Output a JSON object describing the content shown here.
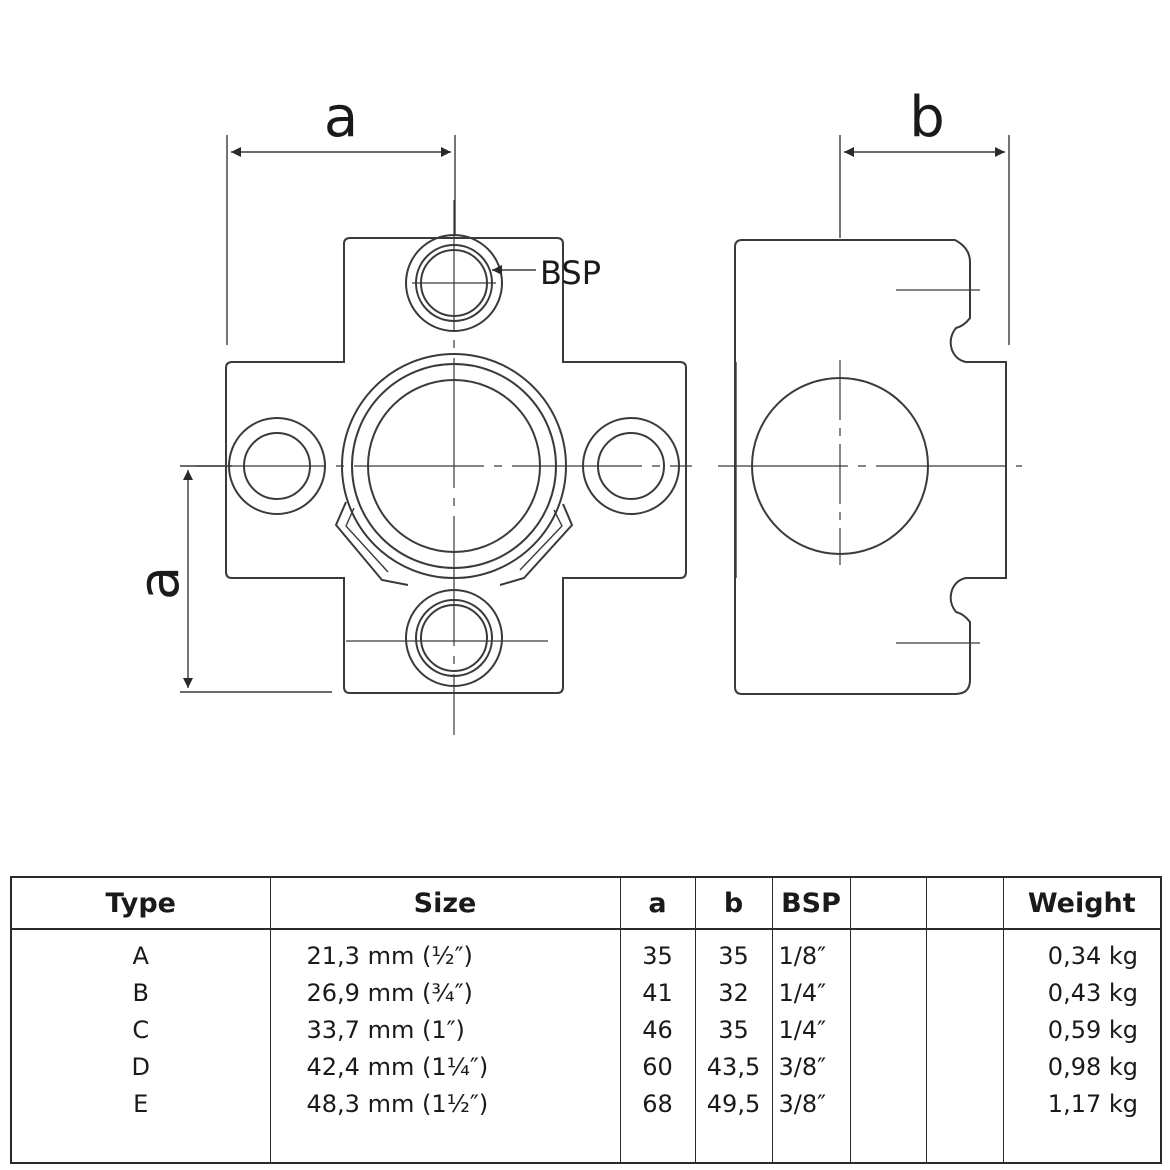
{
  "drawing": {
    "dim_front_width": "a",
    "dim_side_width": "b",
    "dim_front_height": "a",
    "bsp_label": "BSP"
  },
  "table": {
    "headers": [
      "Type",
      "Size",
      "a",
      "b",
      "BSP",
      "",
      "",
      "Weight"
    ],
    "rows": [
      {
        "type": "A",
        "size": "21,3 mm (½″)",
        "a": "35",
        "b": "35",
        "bsp": "1/8″",
        "weight": "0,34 kg"
      },
      {
        "type": "B",
        "size": "26,9 mm (¾″)",
        "a": "41",
        "b": "32",
        "bsp": "1/4″",
        "weight": "0,43 kg"
      },
      {
        "type": "C",
        "size": "33,7 mm (1″)",
        "a": "46",
        "b": "35",
        "bsp": "1/4″",
        "weight": "0,59 kg"
      },
      {
        "type": "D",
        "size": "42,4 mm (1¼″)",
        "a": "60",
        "b": "43,5",
        "bsp": "3/8″",
        "weight": "0,98 kg"
      },
      {
        "type": "E",
        "size": "48,3 mm (1½″)",
        "a": "68",
        "b": "49,5",
        "bsp": "3/8″",
        "weight": "1,17 kg"
      }
    ]
  }
}
